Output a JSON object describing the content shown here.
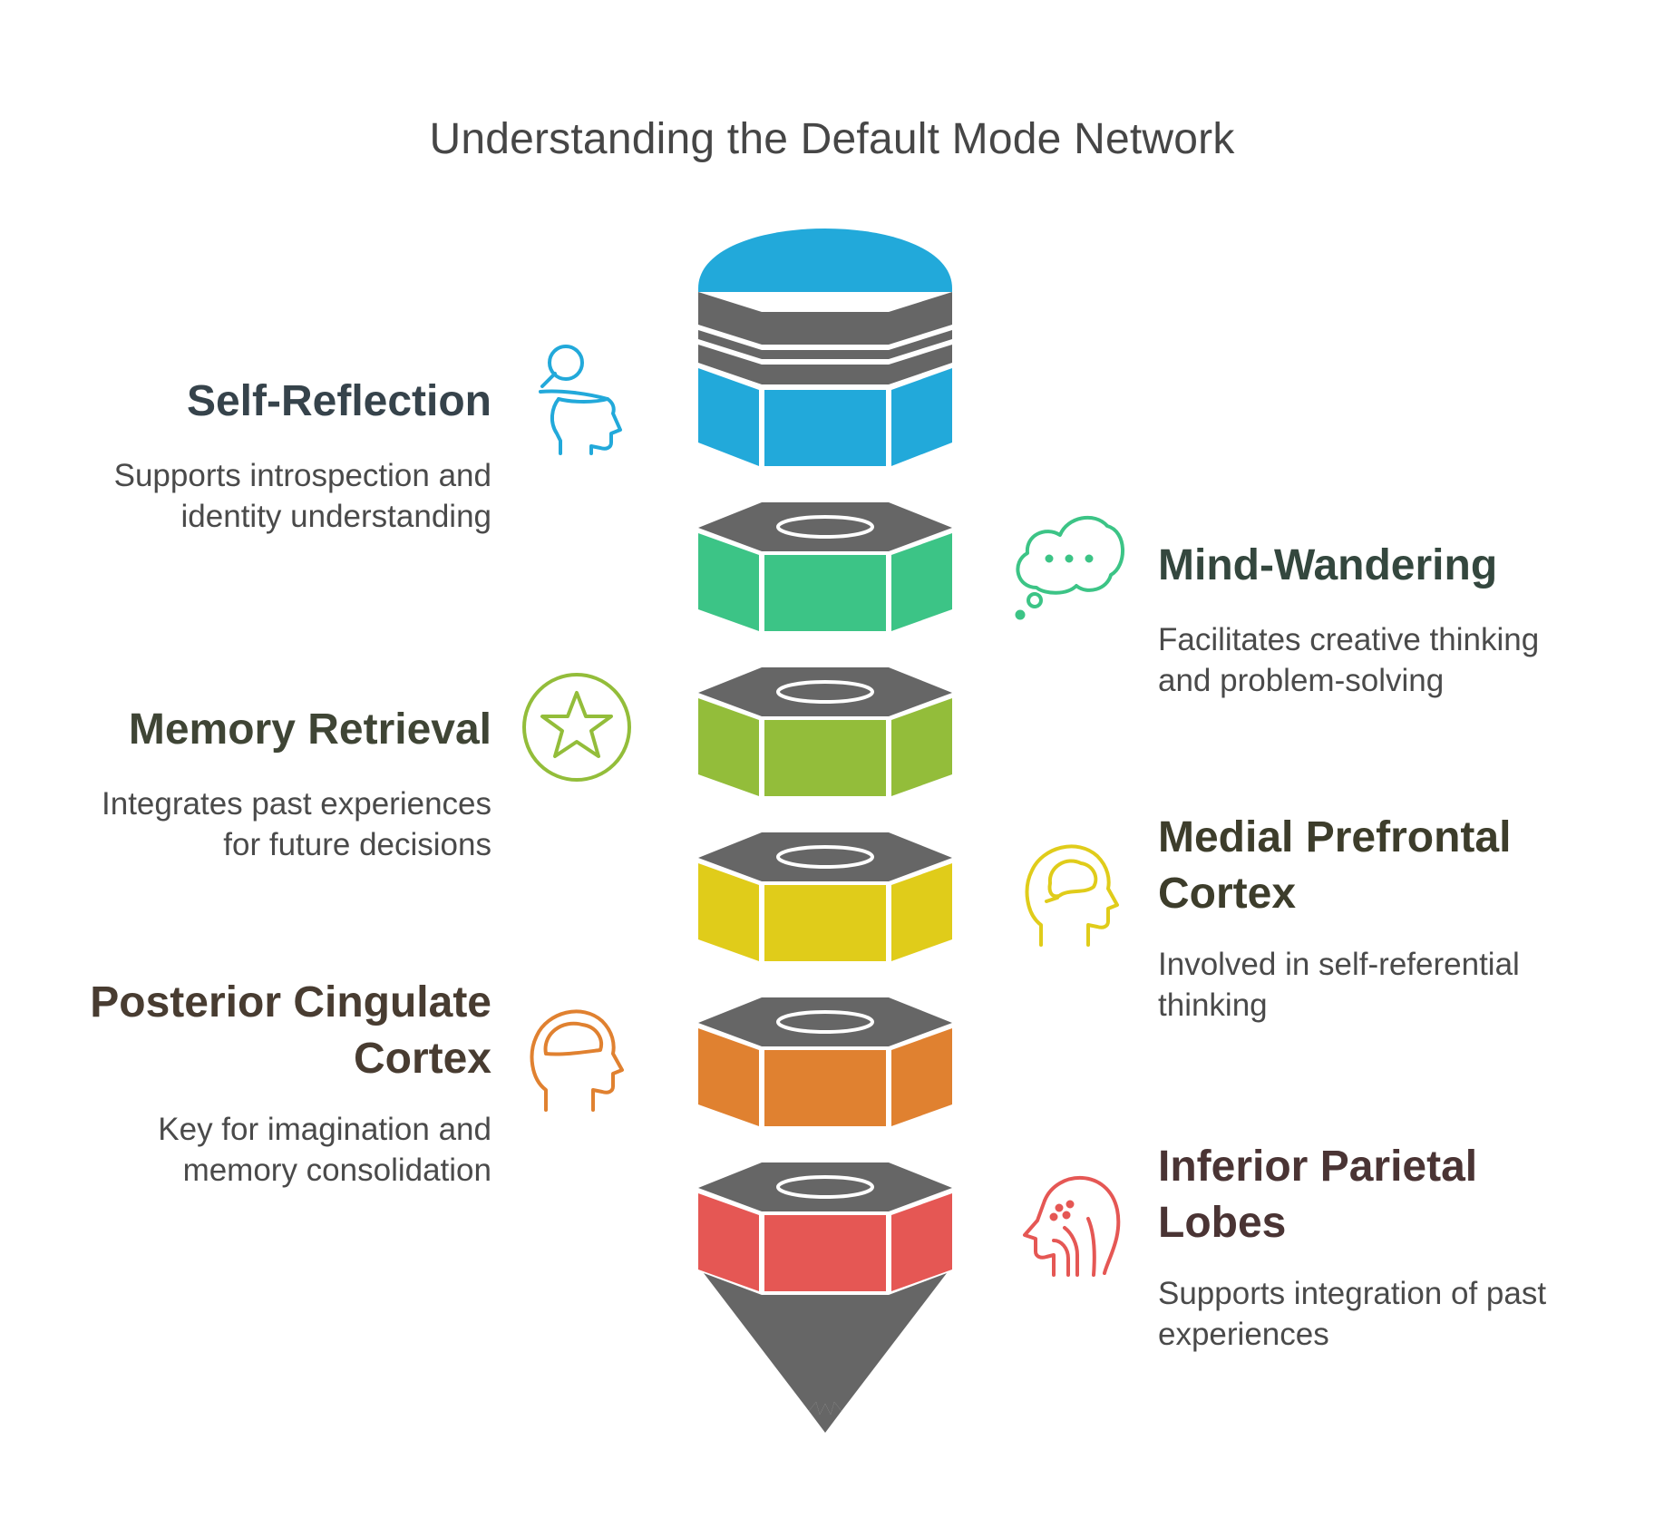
{
  "title": "Understanding the Default Mode Network",
  "colors": {
    "blue": "#22a9da",
    "green": "#3cc486",
    "lime": "#93bd3a",
    "yellow": "#e0cc1a",
    "orange": "#e08130",
    "red": "#e55754",
    "gray": "#666666"
  },
  "items": [
    {
      "heading": "Self-Reflection",
      "line1": "Supports introspection and",
      "line2": "identity understanding",
      "color": "#22a9da",
      "text_color": "#36434b",
      "icon": "head-magnifier-icon"
    },
    {
      "heading": "Mind-Wandering",
      "line1": "Facilitates creative thinking",
      "line2": "and problem-solving",
      "color": "#3cc486",
      "text_color": "#34473e",
      "icon": "thought-bubble-icon"
    },
    {
      "heading": "Memory Retrieval",
      "line1": "Integrates past experiences",
      "line2": "for future decisions",
      "color": "#93bd3a",
      "text_color": "#3f4535",
      "icon": "star-circle-icon"
    },
    {
      "heading_line1": "Medial Prefrontal",
      "heading_line2": "Cortex",
      "line1": "Involved in self-referential",
      "line2": "thinking",
      "color": "#e0cc1a",
      "text_color": "#3d3d2b",
      "icon": "head-brain-icon"
    },
    {
      "heading_line1": "Posterior Cingulate",
      "heading_line2": "Cortex",
      "line1": "Key for imagination and",
      "line2": "memory consolidation",
      "color": "#e08130",
      "text_color": "#483c31",
      "icon": "head-brain-outline-icon"
    },
    {
      "heading_line1": "Inferior Parietal",
      "heading_line2": "Lobes",
      "line1": "Supports integration of past",
      "line2": "experiences",
      "color": "#e55754",
      "text_color": "#4a3434",
      "icon": "head-anatomy-icon"
    }
  ]
}
